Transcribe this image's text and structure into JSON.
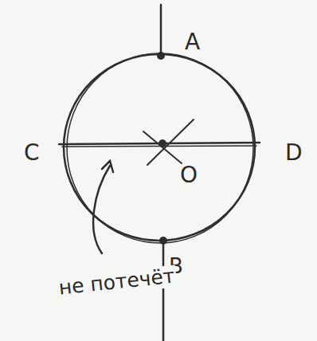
{
  "diagram": {
    "labels": [
      "A",
      "C",
      "D",
      "O",
      "B",
      "не потечёт"
    ]
  }
}
